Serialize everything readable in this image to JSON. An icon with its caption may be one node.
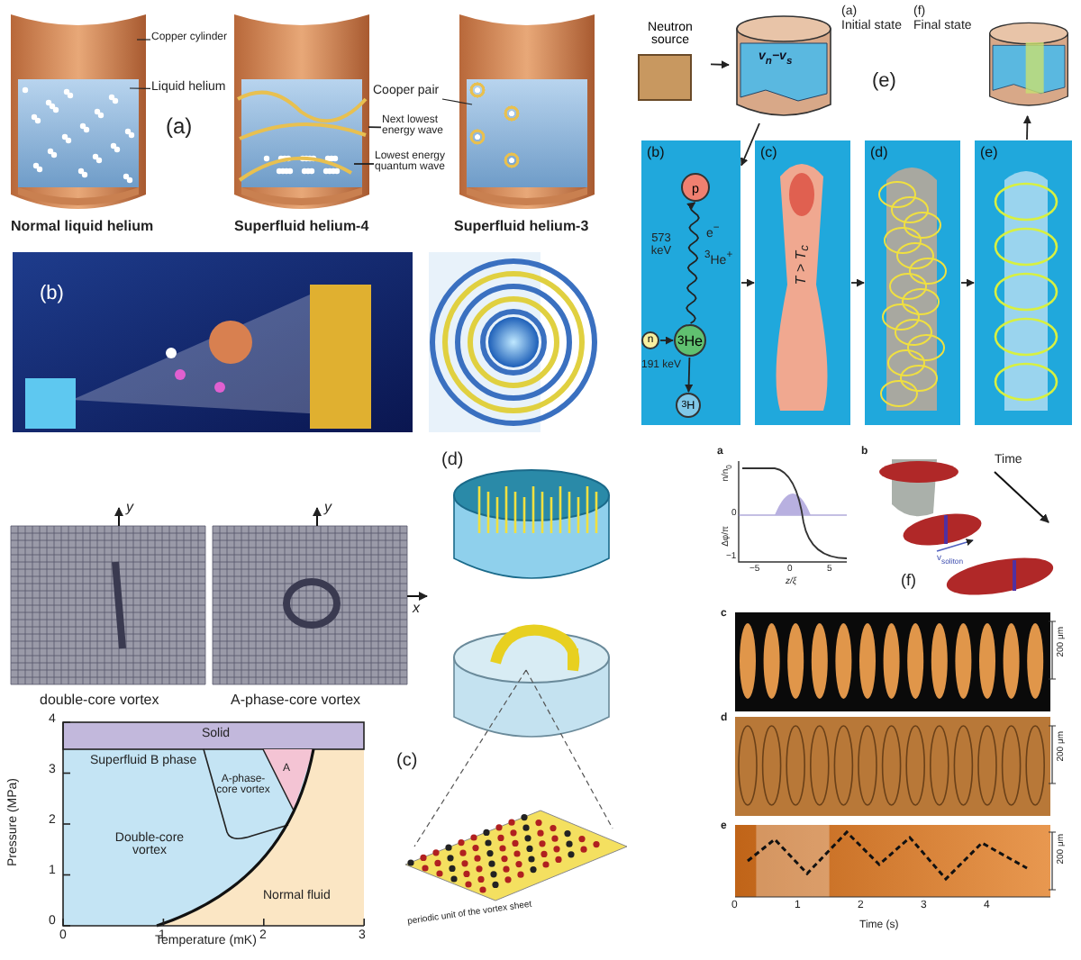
{
  "diagram": {
    "nodes": [
      {
        "text": [
          "Neutron source"
        ]
      },
      {
        "text": [
          "v$_{n}$−v$_{s}$"
        ],
        "beside": [
          "(a) Initial state"
        ]
      },
      {
        "text": [
          "(b)"
        ]
      },
      {
        "text": [
          "p"
        ],
        "in": 2
      },
      {
        "text": [
          "n"
        ],
        "in": 2
      },
      {
        "text": [
          "$^{3}$He"
        ],
        "in": 2
      },
      {
        "text": [
          "$^{3}$H"
        ],
        "in": 2
      },
      {
        "text": [
          "(c)",
          "T > T$_{c}$"
        ]
      },
      {
        "text": [
          "(d)"
        ]
      },
      {
        "text": [
          "(e)"
        ]
      },
      {
        "text": [],
        "shape": "cylinder",
        "beside": [
          "(f) Final state"
        ]
      },
      {
        "text": [
          "Copper cylinder"
        ]
      },
      {
        "text": [
          "Liquid helium"
        ]
      },
      {
        "text": [
          "Cooper pair"
        ]
      },
      {
        "text": [
          "Next lowest energy wave"
        ]
      },
      {
        "text": [
          "Lowest energy quantum wave"
        ]
      },
      {
        "text": [],
        "shape": "line"
      },
      {
        "text": [],
        "shape": "line"
      }
    ],
    "edges": [
      {
        "from": 0,
        "to": 1,
        "arrow": "to"
      },
      {
        "from": 1,
        "to": 2,
        "arrow": "to"
      },
      {
        "from": 2,
        "to": 7,
        "arrow": "to"
      },
      {
        "from": 7,
        "to": 8,
        "arrow": "to"
      },
      {
        "from": 8,
        "to": 9,
        "arrow": "to"
      },
      {
        "from": 9,
        "to": 10,
        "arrow": "to"
      },
      {
        "from": 4,
        "to": 5,
        "arrow": "to"
      },
      {
        "from": 5,
        "to": 3,
        "arrow": "to",
        "label": "573 keV"
      },
      {
        "from": 5,
        "to": 6,
        "arrow": "to",
        "label": "191 keV"
      },
      {
        "from": 11,
        "to": null,
        "arrow": "none"
      },
      {
        "from": 12,
        "to": null,
        "arrow": "none"
      },
      {
        "from": 13,
        "to": null,
        "arrow": "none"
      },
      {
        "from": 14,
        "to": 16,
        "arrow": "none"
      },
      {
        "from": 15,
        "to": 17,
        "arrow": "none"
      }
    ],
    "labels": [
      "(a)",
      "Normal liquid helium",
      "Superfluid helium-4",
      "Superfluid helium-3",
      "(b)",
      "y",
      "y",
      "x",
      "double-core vortex",
      "A-phase-core vortex",
      "Solid",
      "Superfluid B phase",
      "A",
      "A-phase-core vortex",
      "Double-core vortex",
      "Normal fluid",
      "Pressure (MPa)",
      "Temperature (mK)",
      "4",
      "3",
      "2",
      "1",
      "0",
      "0",
      "1",
      "2",
      "3",
      "(d)",
      "(c)",
      "periodic unit of the vortex sheet",
      "(e)",
      "e$^{−}$",
      "$^{3}$He$^{+}$",
      "a",
      "b",
      "n/n$_{0}$",
      "Δφ/π",
      "0",
      "−1",
      "−5",
      "0",
      "5",
      "z/ξ",
      "(f)",
      "Time",
      "v$_{soliton}$",
      "c",
      "d",
      "e",
      "200 μm",
      "200 μm",
      "200 μm",
      "0",
      "1",
      "2",
      "3",
      "4",
      "Time (s)"
    ]
  }
}
